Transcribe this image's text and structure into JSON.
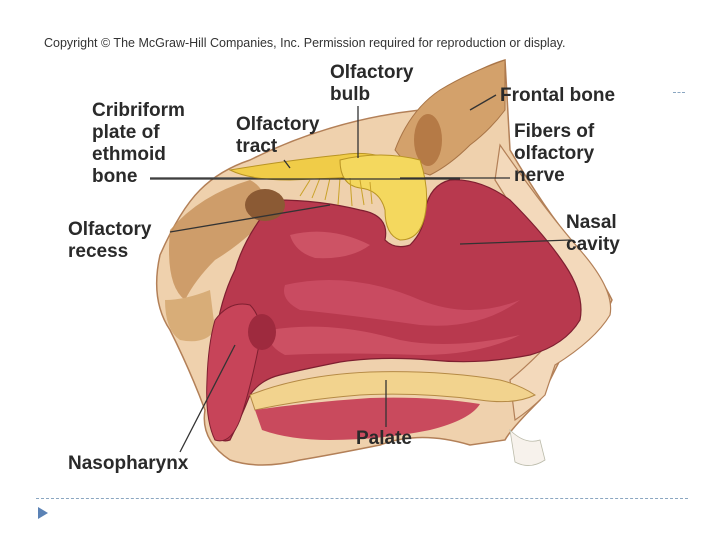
{
  "copyright": "Copyright © The McGraw-Hill Companies, Inc. Permission required for reproduction or display.",
  "labels": {
    "olfactory_bulb": [
      "Olfactory",
      "bulb"
    ],
    "frontal_bone": [
      "Frontal bone"
    ],
    "cribriform": [
      "Cribriform",
      "plate of",
      "ethmoid",
      "bone"
    ],
    "olfactory_tract": [
      "Olfactory",
      "tract"
    ],
    "fibers": [
      "Fibers of",
      "olfactory",
      "nerve"
    ],
    "olfactory_recess": [
      "Olfactory",
      "recess"
    ],
    "nasal_cavity": [
      "Nasal",
      "cavity"
    ],
    "palate": [
      "Palate"
    ],
    "nasopharynx": [
      "Nasopharynx"
    ]
  },
  "colors": {
    "bone": "#e8c79a",
    "spongy_bone": "#c99a62",
    "mucosa": "#b8394e",
    "mucosa_light": "#d45a6c",
    "nerve": "#f2d35a",
    "skin": "#f2d2b0",
    "footer_accent": "#5b82b5"
  }
}
